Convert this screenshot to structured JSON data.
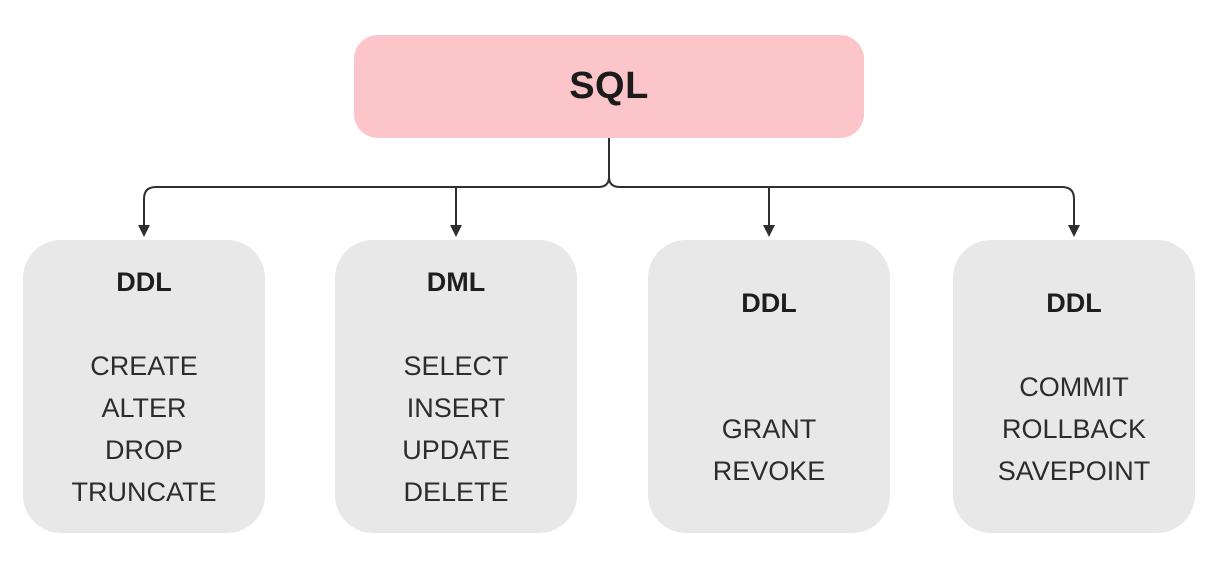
{
  "diagram_title": "SQL",
  "colors": {
    "root_bg": "#fcc5ca",
    "box_bg": "#e8e8e8",
    "line": "#2f2f2f",
    "text_dark": "#1e1e1e"
  },
  "root": {
    "label": "SQL"
  },
  "boxes": [
    {
      "title": "DDL",
      "items": [
        "CREATE",
        "ALTER",
        "DROP",
        "TRUNCATE"
      ]
    },
    {
      "title": "DML",
      "items": [
        "SELECT",
        "INSERT",
        "UPDATE",
        "DELETE"
      ]
    },
    {
      "title": "DDL",
      "items": [
        "GRANT",
        "REVOKE"
      ]
    },
    {
      "title": "DDL",
      "items": [
        "COMMIT",
        "ROLLBACK",
        "SAVEPOINT"
      ]
    }
  ]
}
